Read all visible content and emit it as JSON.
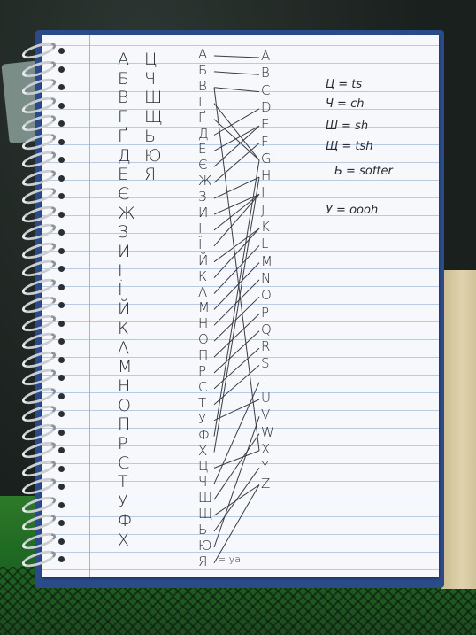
{
  "notebook": {
    "list_left": {
      "column_1": [
        "А",
        "Б",
        "В",
        "Г",
        "Ґ",
        "Д",
        "Е",
        "Є",
        "Ж",
        "З",
        "И",
        "І",
        "Ї",
        "Й",
        "К",
        "Λ",
        "М",
        "Н",
        "О",
        "П",
        "Р",
        "С",
        "Т",
        "У",
        "Ф",
        "Х"
      ],
      "column_2": [
        "Ц",
        "Ч",
        "Ш",
        "Щ",
        "Ь",
        "Ю",
        "Я"
      ]
    },
    "matching": {
      "cyrillic": [
        "А",
        "Б",
        "В",
        "Г",
        "Ґ",
        "Д",
        "Е",
        "Є",
        "Ж",
        "З",
        "И",
        "І",
        "Ї",
        "Й",
        "К",
        "Λ",
        "М",
        "Н",
        "О",
        "П",
        "Р",
        "С",
        "Т",
        "У",
        "Ф",
        "Х",
        "Ц",
        "Ч",
        "Ш",
        "Щ",
        "Ь",
        "Ю",
        "Я"
      ],
      "latin": [
        "A",
        "B",
        "C",
        "D",
        "E",
        "F",
        "G",
        "H",
        "I",
        "J",
        "K",
        "L",
        "M",
        "N",
        "O",
        "P",
        "Q",
        "R",
        "S",
        "T",
        "U",
        "V",
        "W",
        "X",
        "Y",
        "Z"
      ],
      "ya_note": "= ya"
    },
    "key": [
      "Ц = ts",
      "Ч = ch",
      "Ш = sh",
      "Щ = tsh",
      "Ь = softer",
      "У = oooh"
    ]
  },
  "colors": {
    "paper": "#f7f8fb",
    "ruling": "#b9cbe3",
    "ink": "#2b2c33",
    "cover": "#2a4a8a"
  }
}
